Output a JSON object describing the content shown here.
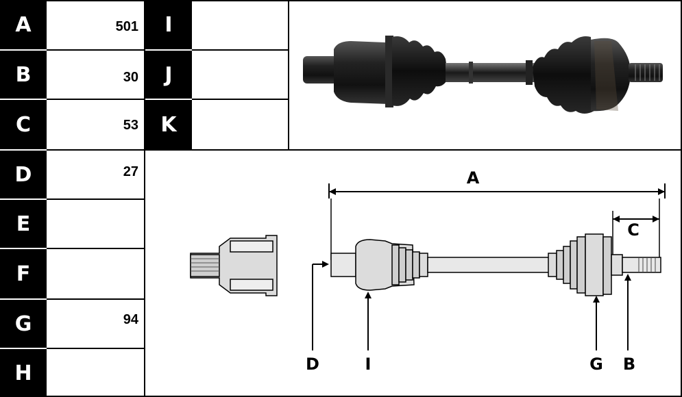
{
  "left_table": [
    {
      "label": "A",
      "value": "501"
    },
    {
      "label": "B",
      "value": "30"
    },
    {
      "label": "C",
      "value": "53"
    },
    {
      "label": "D",
      "value": "27"
    },
    {
      "label": "E",
      "value": ""
    },
    {
      "label": "F",
      "value": ""
    },
    {
      "label": "G",
      "value": "94"
    },
    {
      "label": "H",
      "value": ""
    }
  ],
  "right_table": [
    {
      "label": "I",
      "value": ""
    },
    {
      "label": "J",
      "value": ""
    },
    {
      "label": "K",
      "value": ""
    }
  ],
  "diagram_labels": {
    "A": "A",
    "B": "B",
    "C": "C",
    "D": "D",
    "G": "G",
    "I": "I"
  },
  "colors": {
    "label_bg": "#000000",
    "label_fg": "#ffffff",
    "shaft_dark": "#1a1a1a",
    "drawing_fill": "#dcdcdc"
  }
}
